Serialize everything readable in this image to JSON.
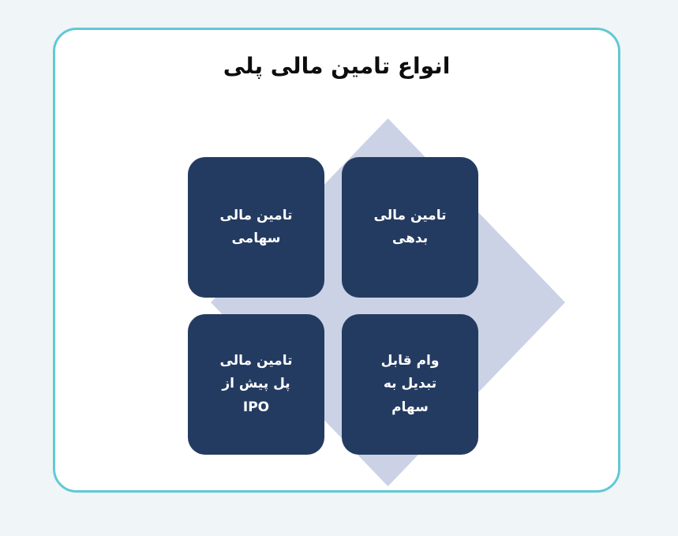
{
  "page": {
    "background_color": "#f0f5f7",
    "language": "fa",
    "direction": "rtl"
  },
  "card": {
    "border_color": "#61c9d4",
    "background_color": "#ffffff"
  },
  "header": {
    "title": "انواع تامین مالی پلی",
    "title_color": "#0d0d0d"
  },
  "diagram": {
    "type": "quadrant-2x2-with-diamond",
    "diamond_color": "#cbd2e6",
    "box_color": "#243b61",
    "box_text_color": "#ffffff",
    "boxes": [
      {
        "position": "top-right",
        "label": "تامین مالی\nبدهی"
      },
      {
        "position": "top-left",
        "label": "تامین مالی\nسهامی"
      },
      {
        "position": "bottom-right",
        "label": "وام قابل\nتبدیل به\nسهام"
      },
      {
        "position": "bottom-left",
        "label": "تامین مالی\nپل پیش از\nIPO"
      }
    ]
  }
}
